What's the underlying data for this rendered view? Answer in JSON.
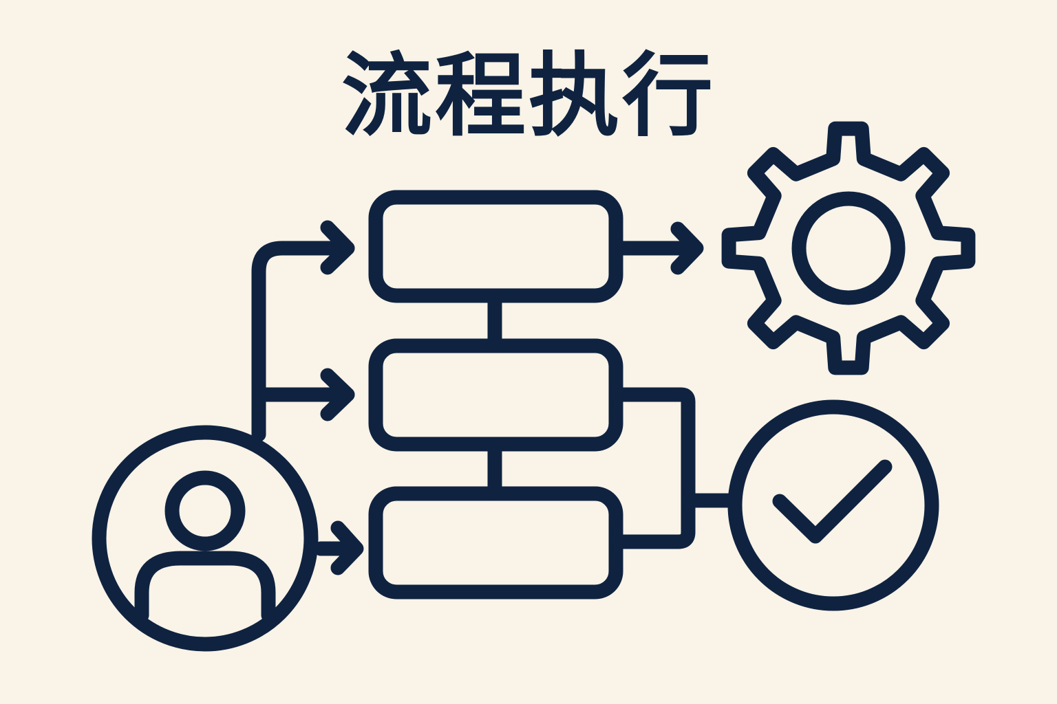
{
  "title": "流程执行",
  "colors": {
    "background": "#f9f3e8",
    "stroke": "#0f2340"
  },
  "nodes": [
    {
      "id": "user",
      "icon": "user-icon"
    },
    {
      "id": "step-1",
      "shape": "rounded-rectangle"
    },
    {
      "id": "step-2",
      "shape": "rounded-rectangle"
    },
    {
      "id": "step-3",
      "shape": "rounded-rectangle"
    },
    {
      "id": "process",
      "icon": "gear-icon"
    },
    {
      "id": "done",
      "icon": "check-icon"
    }
  ],
  "edges": [
    {
      "from": "user",
      "to": "step-1",
      "arrow": true
    },
    {
      "from": "user",
      "to": "step-2",
      "arrow": true
    },
    {
      "from": "user",
      "to": "step-3",
      "arrow": true
    },
    {
      "from": "step-1",
      "to": "step-2",
      "arrow": false
    },
    {
      "from": "step-2",
      "to": "step-3",
      "arrow": false
    },
    {
      "from": "step-1",
      "to": "process",
      "arrow": true
    },
    {
      "from": "step-2",
      "to": "done",
      "arrow": false
    },
    {
      "from": "step-3",
      "to": "done",
      "arrow": false
    }
  ]
}
